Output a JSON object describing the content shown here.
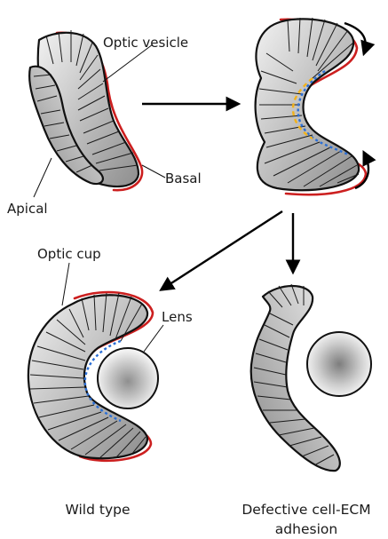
{
  "labels": {
    "optic_vesicle": "Optic vesicle",
    "basal": "Basal",
    "apical": "Apical",
    "optic_cup": "Optic cup",
    "lens": "Lens"
  },
  "captions": {
    "wild_type": "Wild type",
    "defective_line1": "Defective cell-ECM",
    "defective_line2": "adhesion"
  },
  "colors": {
    "basal_membrane": "#cc1f1f",
    "apical_marker_blue": "#2b6fd6",
    "apical_marker_yellow": "#f2b21a",
    "tissue_fill": "#b9b9b9",
    "outline": "#111111"
  }
}
